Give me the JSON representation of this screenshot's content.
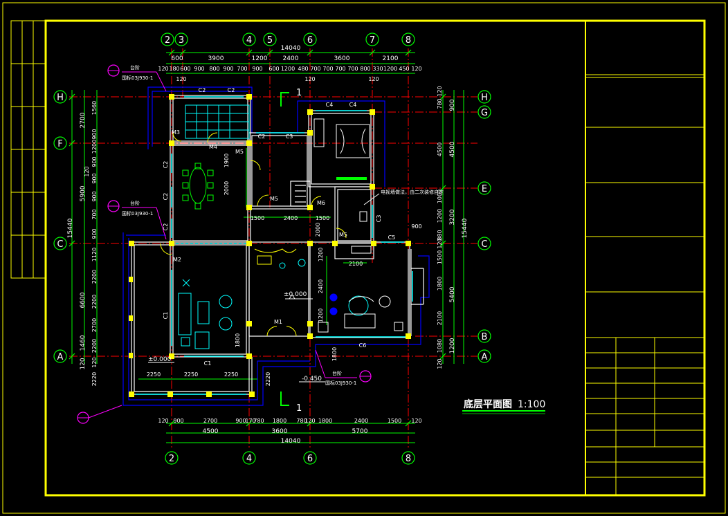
{
  "drawing": {
    "title": "底层平面图",
    "scale": "1:100",
    "section_mark": "1",
    "elevations": [
      "±0.000",
      "±0.000",
      "-0.450"
    ],
    "detail_ref": "国标03J930-1",
    "step_label": "台阶",
    "note": "电视墙做法，由二次装修自定"
  },
  "axes": {
    "top": [
      "2",
      "3",
      "4",
      "5",
      "6",
      "7",
      "8"
    ],
    "bottom": [
      "2",
      "4",
      "6",
      "8"
    ],
    "left": [
      "H",
      "F",
      "C",
      "A"
    ],
    "right": [
      "H",
      "G",
      "E",
      "C",
      "B",
      "A"
    ]
  },
  "dimensions": {
    "top_total": "14040",
    "top_row1": [
      "600",
      "3900",
      "1200",
      "2400",
      "3600",
      "2100"
    ],
    "top_row2": [
      "120",
      "180",
      "600",
      "900",
      "800",
      "900",
      "700",
      "900",
      "600",
      "1200",
      "480",
      "700",
      "700",
      "700",
      "700",
      "800",
      "330",
      "1200",
      "450",
      "120"
    ],
    "top_row3": [
      "120",
      "120",
      "120"
    ],
    "bottom_row1": [
      "120",
      "900",
      "2700",
      "900",
      "170",
      "780",
      "1800",
      "780",
      "120",
      "1800",
      "2400",
      "1500",
      "120"
    ],
    "bottom_row2": [
      "4500",
      "3600",
      "5700"
    ],
    "bottom_total": "14040",
    "left_total": "15440",
    "left_row1": [
      "2700",
      "5900",
      "6600",
      "1460",
      "120"
    ],
    "left_row2": [
      "1560",
      "900",
      "1200",
      "900",
      "900",
      "900",
      "700",
      "900",
      "1120",
      "2200",
      "2200",
      "2700",
      "2200",
      "120",
      "2220"
    ],
    "right_total": "15440",
    "right_row1": [
      "900",
      "4500",
      "3200",
      "5400",
      "1200"
    ],
    "right_row2": [
      "120",
      "780",
      "4500",
      "1000",
      "1200",
      "880",
      "120",
      "1500",
      "1800",
      "2100",
      "1080",
      "120"
    ],
    "inner": [
      "1900",
      "2000",
      "1500",
      "2400",
      "1500",
      "2000",
      "2100",
      "1200",
      "2400",
      "1200",
      "1800",
      "1800",
      "900",
      "2250",
      "2250",
      "2250",
      "2220",
      "120"
    ]
  },
  "labels": {
    "windows": [
      "C2",
      "C2",
      "C4",
      "C4",
      "C2",
      "C3",
      "C2",
      "C2",
      "C2",
      "C3",
      "C5",
      "C1",
      "C1",
      "C6"
    ],
    "doors": [
      "M3",
      "M4",
      "M5",
      "M5",
      "M6",
      "M5",
      "M2",
      "M1"
    ]
  },
  "title_block": {
    "rows": 6
  },
  "colors": {
    "background": "#000000",
    "frame": "#ffff00",
    "wall": "#ffffff",
    "column": "#ffff00",
    "axis": "#ff0000",
    "dimension": "#00ff00",
    "window": "#00ffff",
    "outline": "#0000ff",
    "annotation": "#ff00ff"
  }
}
